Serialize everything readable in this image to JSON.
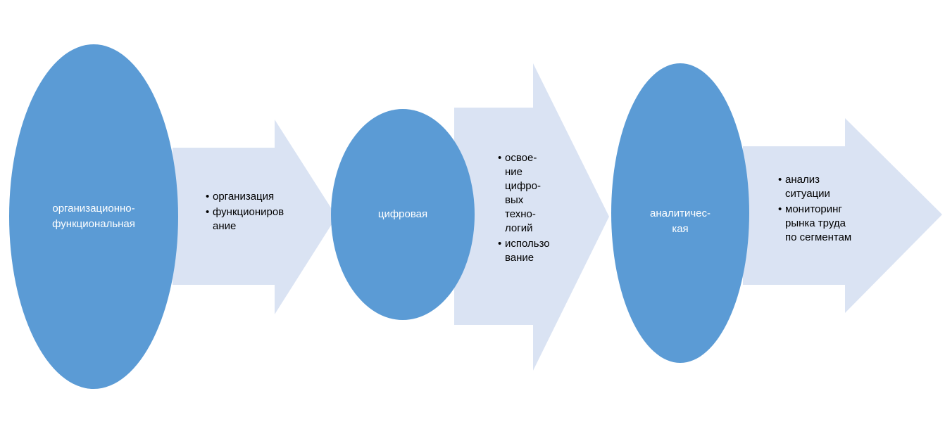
{
  "colors": {
    "ellipse": "#5b9bd5",
    "arrow": "#dae3f3",
    "ellipse_text": "#ffffff",
    "arrow_text": "#000000"
  },
  "stages": [
    {
      "label": "организационно-\nфункциональная",
      "items": [
        "организация",
        "функциониров\nание"
      ]
    },
    {
      "label": "цифровая",
      "items": [
        "освое-\nние\nцифро-\nвых\nтехно-\nлогий",
        "использо\nвание"
      ]
    },
    {
      "label": "аналитичес-\nкая",
      "items": [
        "анализ\nситуации",
        "мониторинг\nрынка труда\nпо сегментам"
      ]
    }
  ]
}
